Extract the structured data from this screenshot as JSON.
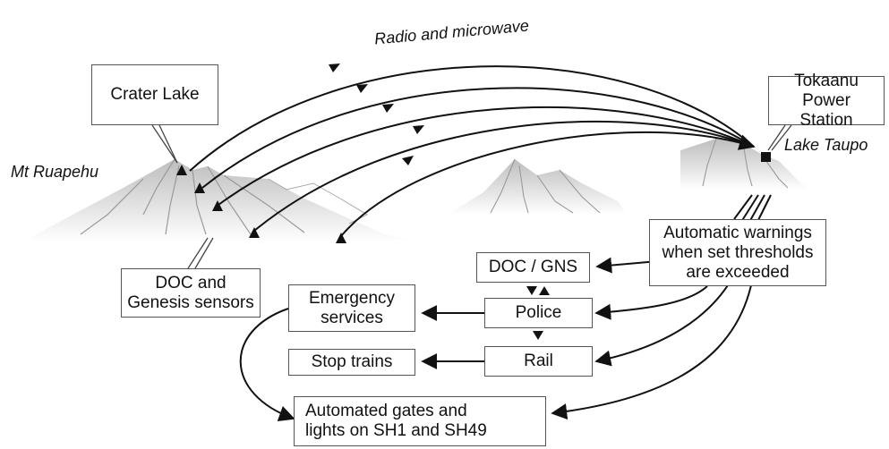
{
  "labels": {
    "title": "Radio and microwave",
    "mt_ruapehu": "Mt Ruapehu",
    "lake_taupo": "Lake Taupo"
  },
  "boxes": {
    "crater_lake": "Crater Lake",
    "tokaanu_line1": "Tokaanu",
    "tokaanu_line2": "Power Station",
    "sensors_line1": "DOC and",
    "sensors_line2": "Genesis sensors",
    "auto_warn_line1": "Automatic warnings",
    "auto_warn_line2": "when set thresholds",
    "auto_warn_line3": "are exceeded",
    "doc_gns": "DOC / GNS",
    "emergency_line1": "Emergency",
    "emergency_line2": "services",
    "police": "Police",
    "rail": "Rail",
    "stop_trains": "Stop trains",
    "gates_line1": "Automated gates and",
    "gates_line2": "lights on SH1 and SH49"
  },
  "colors": {
    "line": "#111111",
    "mountain_shade": "#cfcfcf",
    "mountain_dark": "#9a9a9a"
  }
}
